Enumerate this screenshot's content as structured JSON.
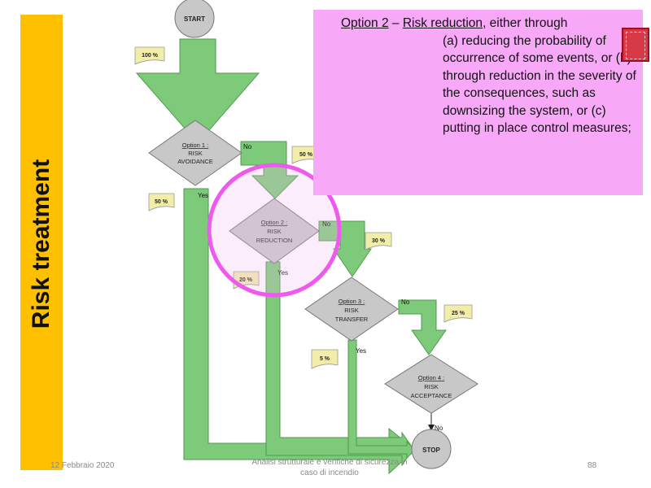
{
  "slide": {
    "side_title": "Risk treatment",
    "footer_date": "12 Febbraio 2020",
    "footer_center_line1": "Analisi strutturale e verifiche di sicurezza in",
    "footer_center_line2": "caso di incendio",
    "page_number": "88"
  },
  "callout": {
    "prefix": "Option 2",
    "dash": " – ",
    "term": "Risk reduction",
    "tail": ", either through",
    "body": "(a) reducing the probability of occurrence of some events, or (b) through reduction in the severity of the consequences, such as downsizing the system, or (c) putting in place control measures;"
  },
  "flowchart": {
    "start": "START",
    "stop": "STOP",
    "option1_title": "Option 1 :",
    "option1_l1": "RISK",
    "option1_l2": "AVOIDANCE",
    "option2_title": "Option 2 :",
    "option2_l1": "RISK",
    "option2_l2": "REDUCTION",
    "option3_title": "Option 3 :",
    "option3_l1": "RISK",
    "option3_l2": "TRANSFER",
    "option4_title": "Option 4 :",
    "option4_l1": "RISK",
    "option4_l2": "ACCEPTANCE",
    "yes": "Yes",
    "no": "No",
    "pct_100": "100 %",
    "pct_50a": "50 %",
    "pct_50b": "50 %",
    "pct_20": "20 %",
    "pct_30": "30 %",
    "pct_5": "5 %",
    "pct_25": "25 %"
  },
  "colors": {
    "arrow_fill": "#7DCB7A",
    "arrow_stroke": "#4F9A4C",
    "diamond_fill": "#C8C8C8",
    "note_fill": "#F2EDA8",
    "callout_bg": "#F7A8F7",
    "highlight_ring": "#EE5AEE",
    "side_bar": "#FFC000"
  }
}
